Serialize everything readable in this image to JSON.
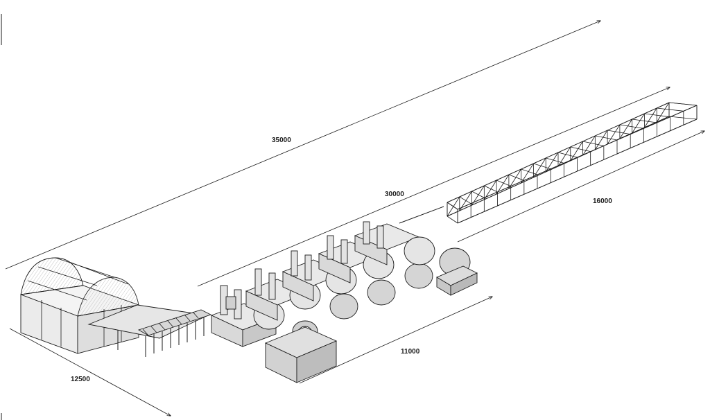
{
  "drawing": {
    "dimensions": [
      {
        "id": "total-length",
        "label": "35000"
      },
      {
        "id": "mill-line-length",
        "label": "30000"
      },
      {
        "id": "cooling-bed-length",
        "label": "16000"
      },
      {
        "id": "stand-group-length",
        "label": "11000"
      },
      {
        "id": "entry-section-length",
        "label": "12500"
      }
    ],
    "stands_count": 5,
    "colors": {
      "line": "#1a1a1a",
      "fill_light": "#f2f2f2",
      "fill_mid": "#e2e2e2",
      "fill_dark": "#cfcfcf"
    }
  }
}
